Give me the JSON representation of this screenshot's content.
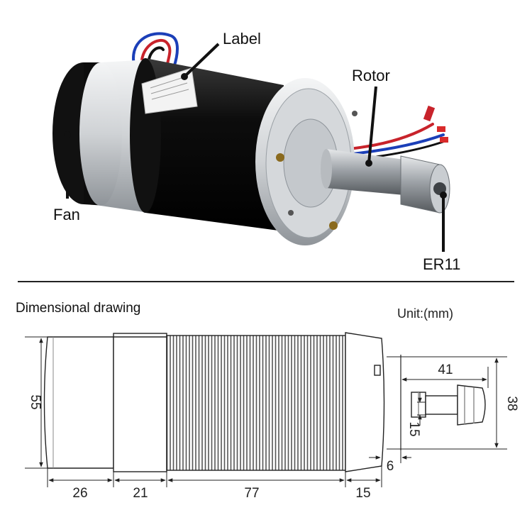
{
  "callouts": {
    "label": "Label",
    "rotor": "Rotor",
    "fan": "Fan",
    "collet": "ER11"
  },
  "drawing": {
    "title": "Dimensional drawing",
    "unit": "Unit:(mm)",
    "dims": {
      "diameter": "55",
      "fan_len": "26",
      "band_len": "21",
      "body_len": "77",
      "end_len": "15",
      "gap": "6",
      "flange_h": "38",
      "shaft_len": "41",
      "shaft_d": "15"
    }
  },
  "colors": {
    "body": "#111111",
    "aluminium": "#d9dcdf",
    "line": "#222222"
  }
}
